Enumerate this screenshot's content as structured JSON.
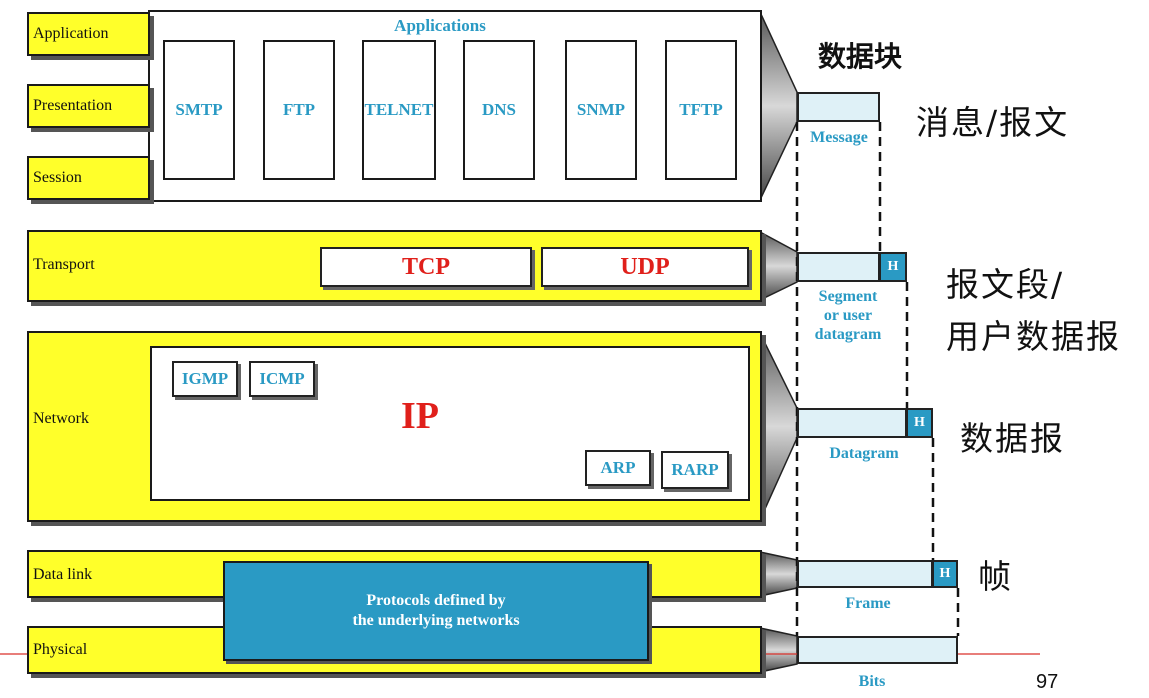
{
  "layers": {
    "application": "Application",
    "presentation": "Presentation",
    "session": "Session",
    "transport": "Transport",
    "network": "Network",
    "data_link": "Data link",
    "physical": "Physical"
  },
  "applications_title": "Applications",
  "app_protocols": [
    "SMTP",
    "FTP",
    "TELNET",
    "DNS",
    "SNMP",
    "TFTP"
  ],
  "transport_protocols": {
    "tcp": "TCP",
    "udp": "UDP"
  },
  "network_protocols": {
    "igmp": "IGMP",
    "icmp": "ICMP",
    "ip": "IP",
    "arp": "ARP",
    "rarp": "RARP"
  },
  "underlying": {
    "line1": "Protocols defined by",
    "line2": "the underlying networks"
  },
  "pdu": {
    "header": "H",
    "message": "Message",
    "segment": [
      "Segment",
      "or user",
      "datagram"
    ],
    "datagram": "Datagram",
    "frame": "Frame",
    "bits": "Bits"
  },
  "chinese": {
    "data_block": "数据块",
    "message": "消息/报文",
    "segment_line1": "报文段/",
    "segment_line2": "用户数据报",
    "datagram": "数据报",
    "frame": "帧"
  },
  "page_number": "97",
  "colors": {
    "layer_fill": "#ffff2a",
    "accent_blue": "#2a9ac4",
    "protocol_red": "#e0201b",
    "pdu_fill": "#dff1f7",
    "footer_line": "#d9302a"
  }
}
